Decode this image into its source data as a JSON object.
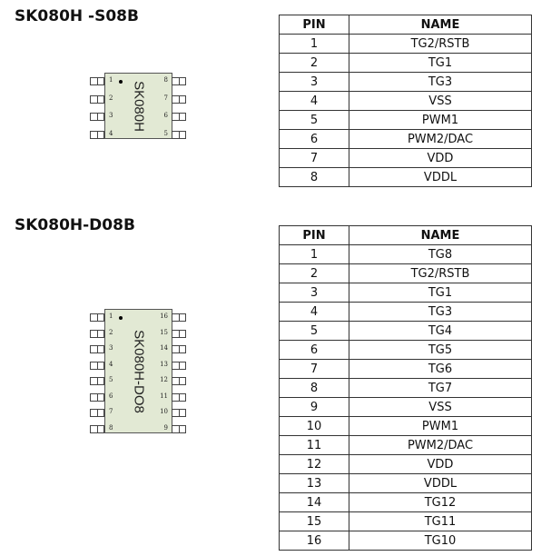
{
  "sections": [
    {
      "title": "SK080H -S08B",
      "chip_marking": "SK080H",
      "pin_count": 8,
      "headers": {
        "pin": "PIN",
        "name": "NAME"
      },
      "rows": [
        [
          "1",
          "TG2/RSTB"
        ],
        [
          "2",
          "TG1"
        ],
        [
          "3",
          "TG3"
        ],
        [
          "4",
          "VSS"
        ],
        [
          "5",
          "PWM1"
        ],
        [
          "6",
          "PWM2/DAC"
        ],
        [
          "7",
          "VDD"
        ],
        [
          "8",
          "VDDL"
        ]
      ]
    },
    {
      "title": "SK080H-D08B",
      "chip_marking": "SK080H-DO8",
      "pin_count": 16,
      "headers": {
        "pin": "PIN",
        "name": "NAME"
      },
      "rows": [
        [
          "1",
          "TG8"
        ],
        [
          "2",
          "TG2/RSTB"
        ],
        [
          "3",
          "TG1"
        ],
        [
          "4",
          "TG3"
        ],
        [
          "5",
          "TG4"
        ],
        [
          "6",
          "TG5"
        ],
        [
          "7",
          "TG6"
        ],
        [
          "8",
          "TG7"
        ],
        [
          "9",
          "VSS"
        ],
        [
          "10",
          "PWM1"
        ],
        [
          "11",
          "PWM2/DAC"
        ],
        [
          "12",
          "VDD"
        ],
        [
          "13",
          "VDDL"
        ],
        [
          "14",
          "TG12"
        ],
        [
          "15",
          "TG11"
        ],
        [
          "16",
          "TG10"
        ]
      ]
    }
  ]
}
